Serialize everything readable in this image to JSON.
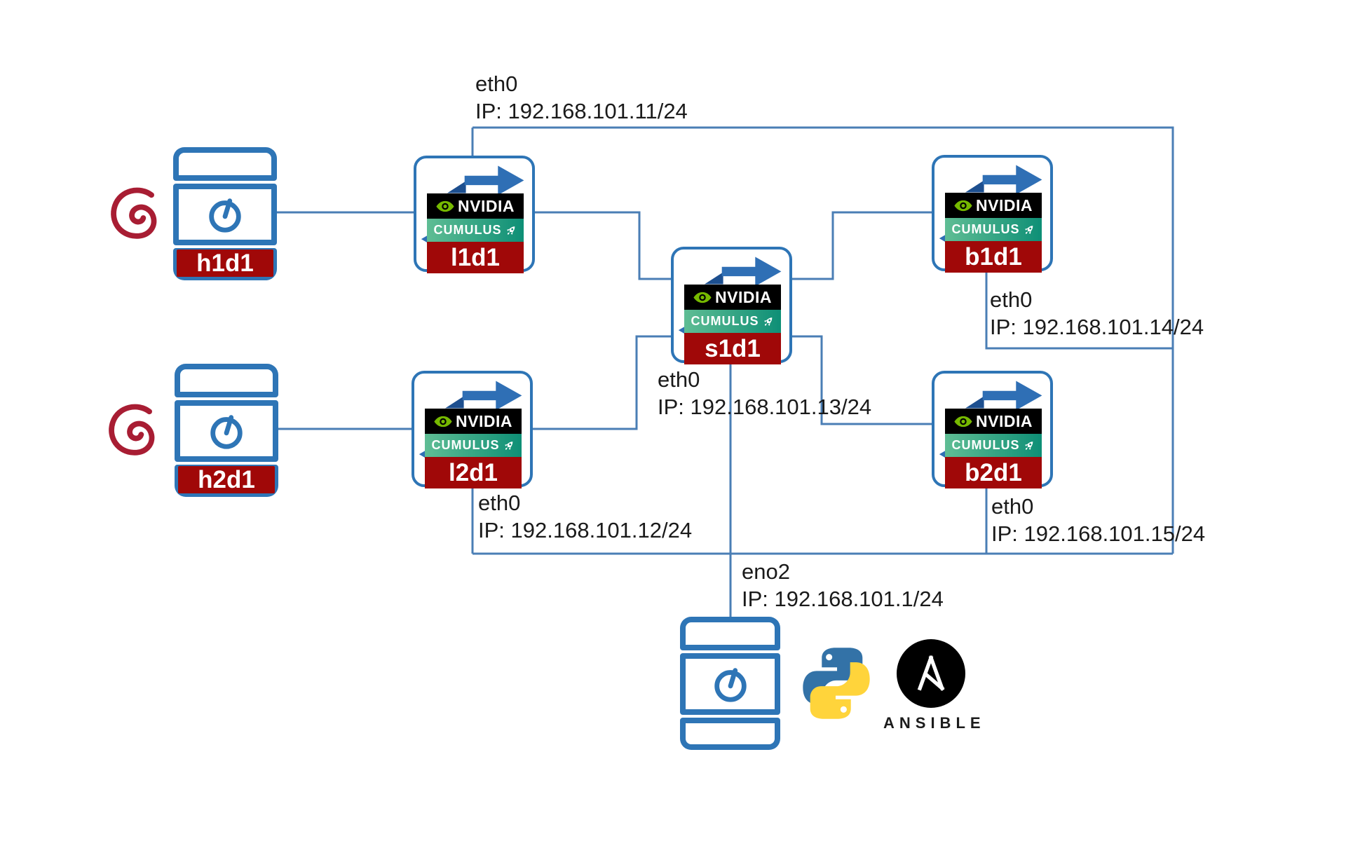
{
  "branding": {
    "nvidia": "NVIDIA",
    "cumulus": "CUMULUS",
    "ansible": "ANSIBLE"
  },
  "nodes": {
    "h1d1": {
      "label": "h1d1",
      "type": "debian-host"
    },
    "h2d1": {
      "label": "h2d1",
      "type": "debian-host"
    },
    "l1d1": {
      "label": "l1d1",
      "type": "nvidia-cumulus-switch"
    },
    "l2d1": {
      "label": "l2d1",
      "type": "nvidia-cumulus-switch"
    },
    "s1d1": {
      "label": "s1d1",
      "type": "nvidia-cumulus-switch"
    },
    "b1d1": {
      "label": "b1d1",
      "type": "nvidia-cumulus-switch"
    },
    "b2d1": {
      "label": "b2d1",
      "type": "nvidia-cumulus-switch"
    },
    "server": {
      "type": "automation-server-python-ansible"
    }
  },
  "annotations": {
    "l1d1": {
      "iface": "eth0",
      "ip": "IP: 192.168.101.11/24"
    },
    "l2d1": {
      "iface": "eth0",
      "ip": "IP: 192.168.101.12/24"
    },
    "s1d1": {
      "iface": "eth0",
      "ip": "IP: 192.168.101.13/24"
    },
    "b1d1": {
      "iface": "eth0",
      "ip": "IP: 192.168.101.14/24"
    },
    "b2d1": {
      "iface": "eth0",
      "ip": "IP: 192.168.101.15/24"
    },
    "server": {
      "iface": "eno2",
      "ip": "IP: 192.168.101.1/24"
    }
  },
  "colors": {
    "icon_blue": "#2E75B6",
    "line_blue": "#4A7EB5",
    "arrow_blue": "#2F6FB5",
    "arrow_dark": "#1D4F8F",
    "label_red": "#A00808",
    "debian_red": "#A81D33",
    "nvidia_green": "#76B900",
    "cumulus_teal_light": "#5FBD94",
    "cumulus_teal_dark": "#0E8F76",
    "python_blue": "#3372A7",
    "python_yellow": "#FFD43B",
    "ansible_black": "#000000",
    "band_black": "#000000",
    "text_ink": "#1A1A1A"
  }
}
